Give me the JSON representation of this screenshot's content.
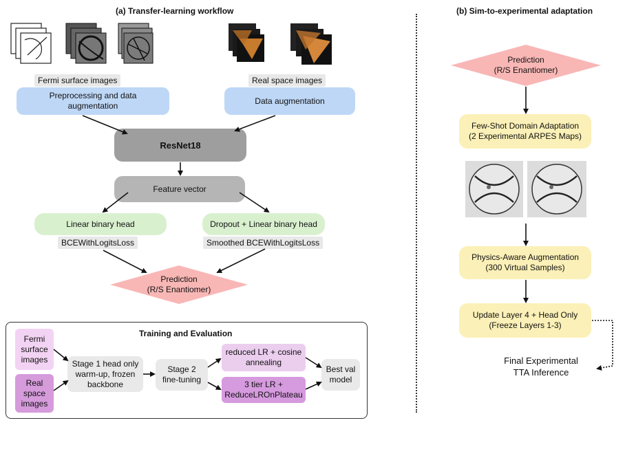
{
  "panel_a": {
    "title": "(a)  Transfer-learning workflow",
    "fermi_label": "Fermi surface images",
    "real_label": "Real space images",
    "preprocess": "Preprocessing and data augmentation",
    "augment": "Data augmentation",
    "resnet": "ResNet18",
    "feature": "Feature vector",
    "linear_head": "Linear binary head",
    "dropout_head": "Dropout + Linear binary head",
    "loss_left": "BCEWithLogitsLoss",
    "loss_right": "Smoothed BCEWithLogitsLoss",
    "prediction_line1": "Prediction",
    "prediction_line2": "(R/S Enantiomer)"
  },
  "training": {
    "title": "Training and Evaluation",
    "fermi_input": "Fermi surface images",
    "real_input": "Real space images",
    "stage1": "Stage 1 head only warm-up, frozen backbone",
    "stage2": "Stage 2 fine-tuning",
    "reduced_lr": "reduced LR + cosine annealing",
    "tier_lr": "3 tier LR + ReduceLROnPlateau",
    "best": "Best val model"
  },
  "panel_b": {
    "title": "(b) Sim-to-experimental adaptation",
    "prediction_line1": "Prediction",
    "prediction_line2": "(R/S Enantiomer)",
    "few_shot_line1": "Few-Shot Domain Adaptation",
    "few_shot_line2": "(2 Experimental ARPES Maps)",
    "physics_line1": "Physics-Aware Augmentation",
    "physics_line2": "(300 Virtual Samples)",
    "update_line1": "Update Layer 4 + Head Only",
    "update_line2": "(Freeze Layers 1-3)",
    "final_line1": "Final Experimental",
    "final_line2": "TTA Inference"
  },
  "colors": {
    "blue": "#bed7f6",
    "dark_grey": "#9e9e9e",
    "grey": "#b5b5b5",
    "green": "#d9f0cf",
    "pink": "#f8b7b5",
    "yellow": "#fbf0b7",
    "lavender": "#f3d3f3",
    "purple": "#d59bdb"
  }
}
